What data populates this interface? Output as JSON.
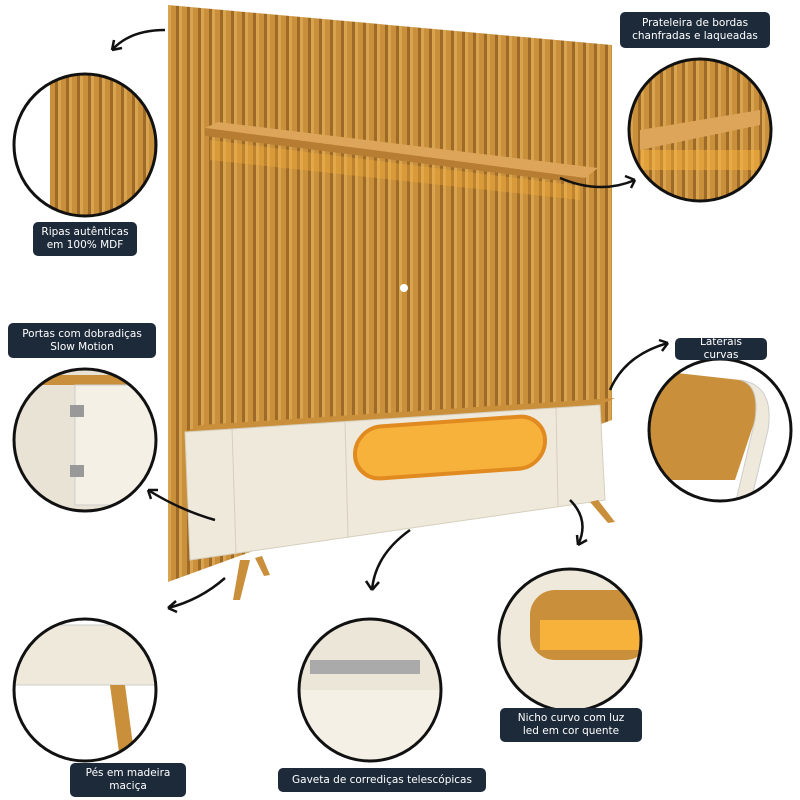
{
  "labels": {
    "slats": [
      "Ripas autênticas",
      "em 100% MDF"
    ],
    "shelf": [
      "Prateleira de bordas",
      "chanfradas e laqueadas"
    ],
    "doors": [
      "Portas com dobradiças",
      "Slow Motion"
    ],
    "sides": [
      "Laterais curvas"
    ],
    "feet": [
      "Pés em madeira",
      "maciça"
    ],
    "drawer": [
      "Gaveta de corrediças telescópicas"
    ],
    "niche": [
      "Nicho curvo com luz",
      "led em cor quente"
    ]
  },
  "colors": {
    "wood": "#c98f3a",
    "wood_dark": "#a8702a",
    "lacquer": "#efe9dc",
    "led": "#f7b23b",
    "label_bg": "#1d2a3a"
  }
}
